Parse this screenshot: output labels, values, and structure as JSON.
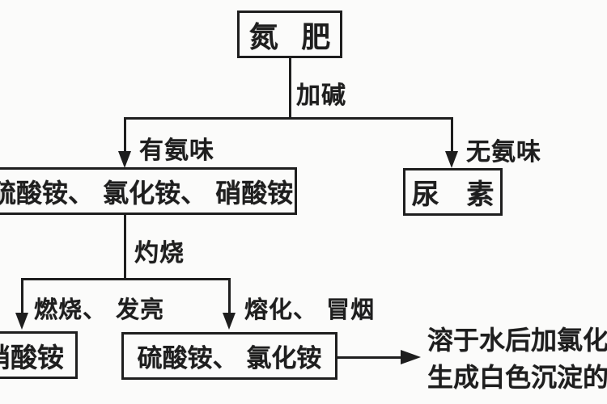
{
  "theme": {
    "bg": "#fbfbfa",
    "ink": "#1e1e1e"
  },
  "diagram": {
    "nodes": {
      "nitrogen_fertilizer": "氮 肥",
      "ammonium_salts": "硫酸铵、 氯化铵、 硝酸铵",
      "urea": "尿 素",
      "ammonium_nitrate": "硝酸铵",
      "sulfate_and_chloride": "硫酸铵、 氯化铵"
    },
    "edges": {
      "add_alkali": "加碱",
      "ammonia_smell": "有氨味",
      "no_ammonia_smell": "无氨味",
      "ignite": "灼烧",
      "burns_bright": "燃烧、 发亮",
      "melts_smokes": "熔化、 冒烟"
    },
    "result": {
      "line1": "溶于水后加氯化",
      "line2": "生成白色沉淀的"
    }
  }
}
